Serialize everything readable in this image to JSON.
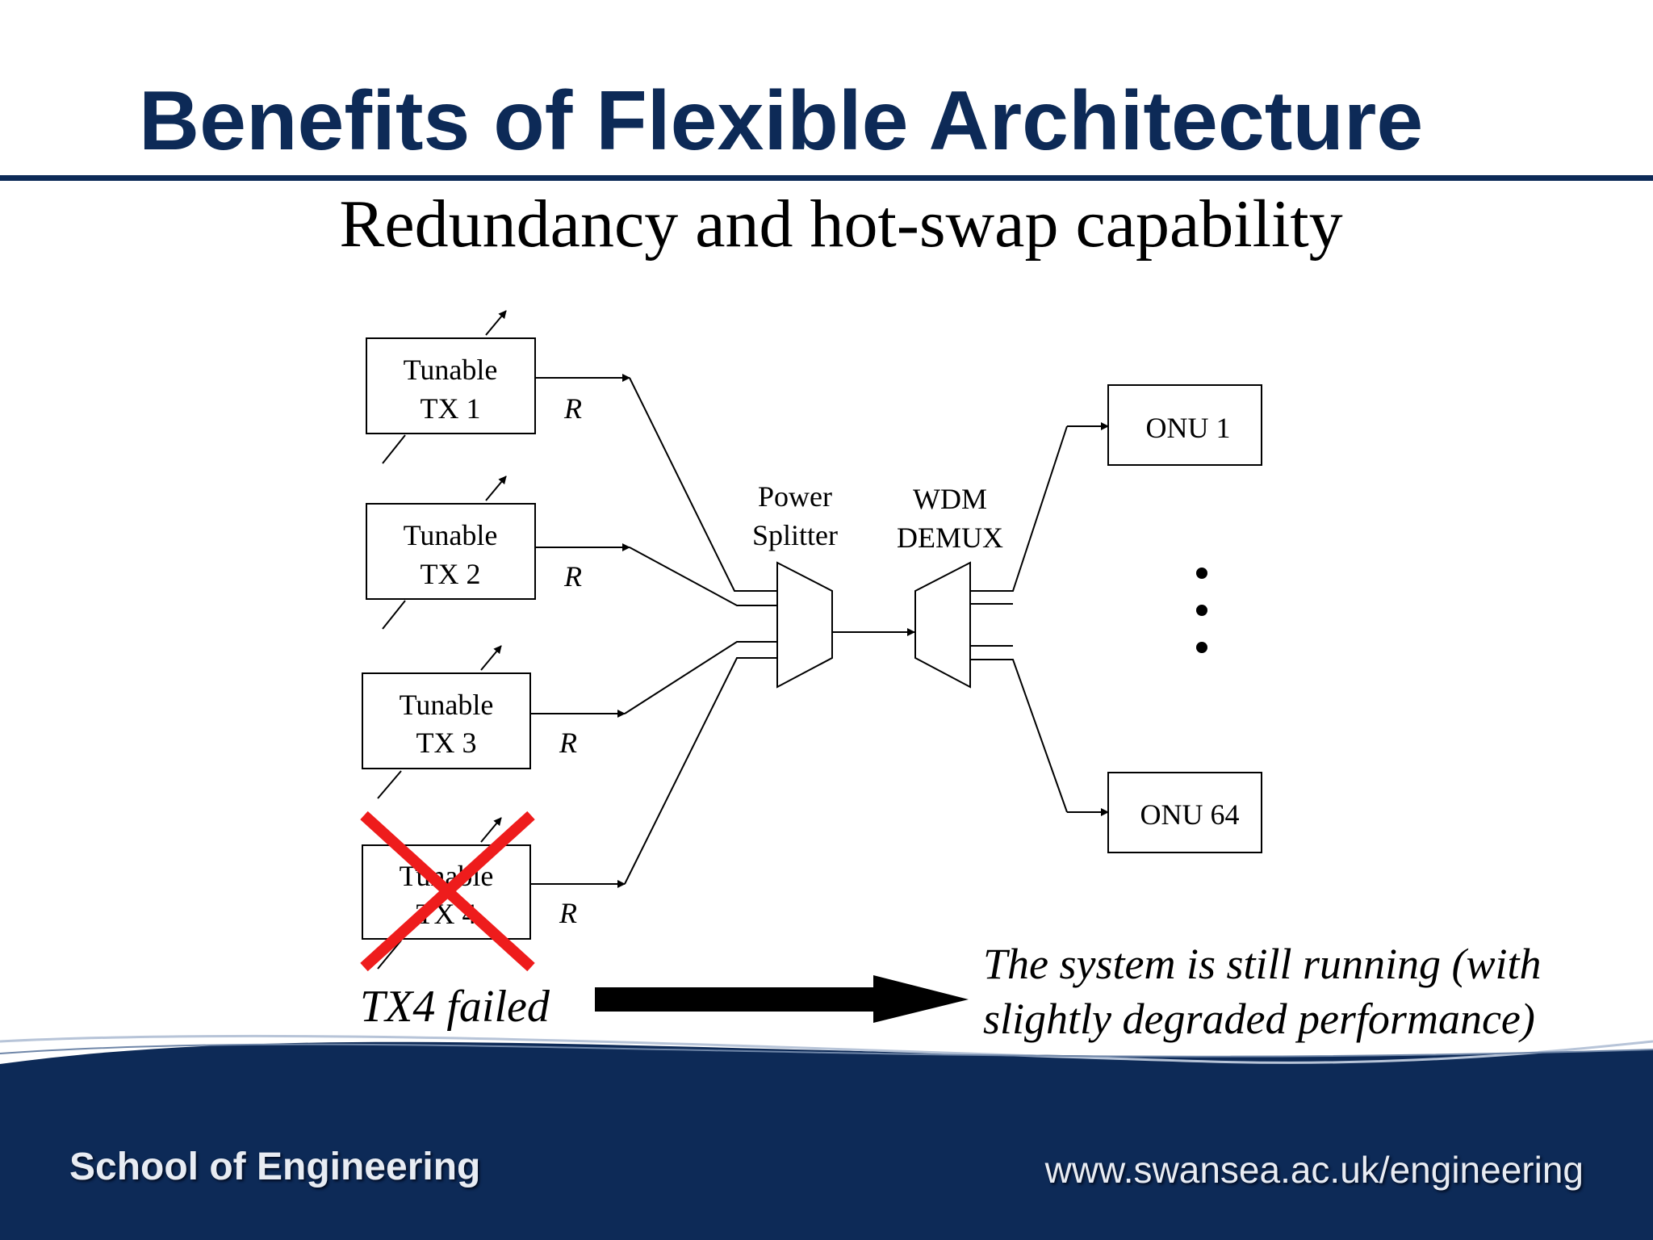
{
  "slide": {
    "title": "Benefits of Flexible Architecture",
    "subtitle": "Redundancy and hot-swap capability"
  },
  "transmitters": [
    {
      "line1": "Tunable",
      "line2": "TX 1",
      "rate": "R",
      "failed": false
    },
    {
      "line1": "Tunable",
      "line2": "TX 2",
      "rate": "R",
      "failed": false
    },
    {
      "line1": "Tunable",
      "line2": "TX 3",
      "rate": "R",
      "failed": false
    },
    {
      "line1": "Tunable",
      "line2": "TX 4",
      "rate": "R",
      "failed": true
    }
  ],
  "splitter": {
    "line1": "Power",
    "line2": "Splitter"
  },
  "demux": {
    "line1": "WDM",
    "line2": "DEMUX"
  },
  "onus": [
    {
      "label": "ONU 1"
    },
    {
      "label": "ONU 64"
    }
  ],
  "failure": {
    "label": "TX4 failed",
    "note_line1": "The system is still running (with",
    "note_line2": "slightly degraded performance)"
  },
  "footer": {
    "left": "School of Engineering",
    "right": "www.swansea.ac.uk/engineering"
  },
  "colors": {
    "title": "#0d2a57",
    "footer_band": "#0d2a57",
    "failure_cross": "#ee1c1c"
  }
}
